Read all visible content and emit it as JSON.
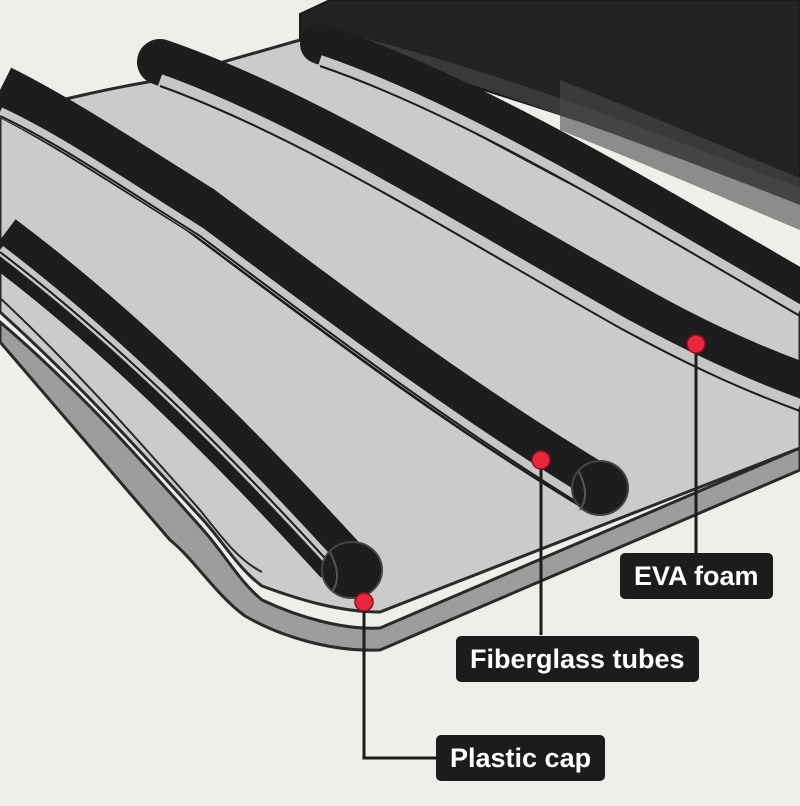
{
  "labels": {
    "eva_foam": "EVA foam",
    "fiberglass_tubes": "Fiberglass tubes",
    "plastic_cap": "Plastic cap"
  },
  "colors": {
    "background": "#efeeea",
    "board_top": "#cbcbca",
    "board_edge": "#9d9d9c",
    "tube_black": "#1d1d1d",
    "tube_highlight": "#c6c6c6",
    "marker_red": "#e8263e",
    "label_bg": "#1c1c1c",
    "label_text": "#ffffff"
  }
}
